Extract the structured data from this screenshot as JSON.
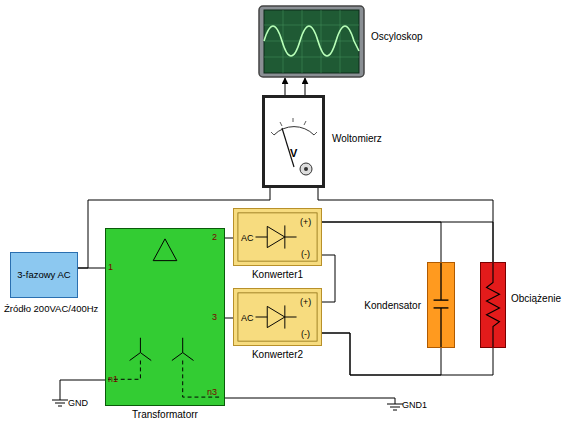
{
  "diagram": {
    "nodes": [
      {
        "text": [
          "Oscyloskop"
        ]
      },
      {
        "text": [
          "Woltomierz"
        ]
      },
      {
        "text": [
          "3-fazowy AC",
          "Źródło 200VAC/400Hz"
        ]
      },
      {
        "text": [
          "Transformatorr"
        ]
      },
      {
        "text": [
          "Konwerter1",
          "AC",
          "(+)",
          "(-)"
        ]
      },
      {
        "text": [
          "Konwerter2",
          "AC",
          "(+)",
          "(-)"
        ]
      },
      {
        "text": [
          "Kondensator"
        ]
      },
      {
        "text": [
          "Obciążenie"
        ]
      }
    ],
    "edges": [
      {
        "from": 1,
        "to": 0,
        "arrow": "to"
      },
      {
        "from": 1,
        "to": 0,
        "arrow": "to"
      },
      {
        "from": 2,
        "to": 3,
        "arrow": "none"
      },
      {
        "from": 3,
        "to": 4,
        "arrow": "none"
      },
      {
        "from": 3,
        "to": 5,
        "arrow": "none"
      },
      {
        "from": 4,
        "to": 6,
        "arrow": "none"
      },
      {
        "from": 4,
        "to": 7,
        "arrow": "none"
      },
      {
        "from": 4,
        "to": 5,
        "arrow": "none"
      },
      {
        "from": 5,
        "to": 6,
        "arrow": "none"
      },
      {
        "from": 5,
        "to": 7,
        "arrow": "none"
      },
      {
        "from": 1,
        "to": 2,
        "arrow": "none"
      },
      {
        "from": 1,
        "to": 7,
        "arrow": "none"
      }
    ],
    "labels": [
      "1",
      "2",
      "3",
      "n1",
      "n3",
      "V",
      "GND",
      "GND1"
    ]
  }
}
